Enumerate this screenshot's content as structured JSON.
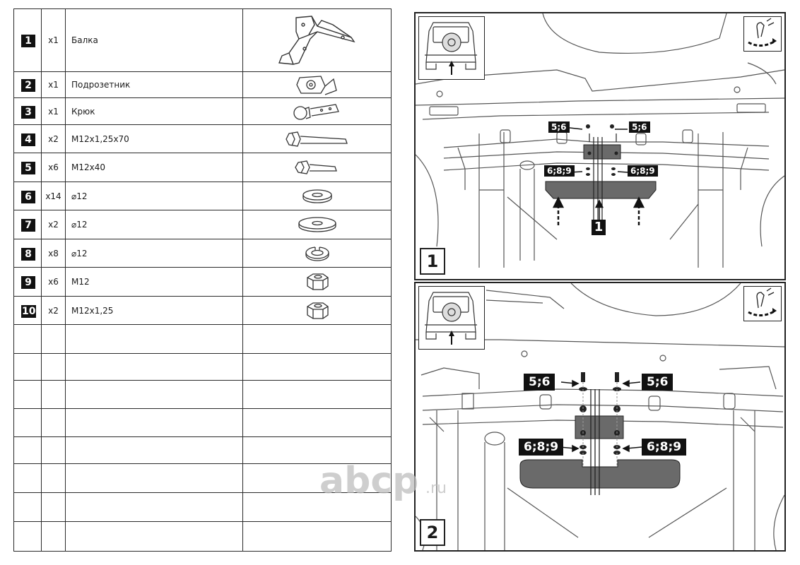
{
  "parts": [
    {
      "num": "1",
      "qty": "x1",
      "name": "Балка",
      "icon": "tow-beam-icon"
    },
    {
      "num": "2",
      "qty": "x1",
      "name": "Подрозетник",
      "icon": "socket-bracket-icon"
    },
    {
      "num": "3",
      "qty": "x1",
      "name": "Крюк",
      "icon": "tow-hook-icon"
    },
    {
      "num": "4",
      "qty": "x2",
      "name": "M12x1,25x70",
      "icon": "long-bolt-icon"
    },
    {
      "num": "5",
      "qty": "x6",
      "name": "M12x40",
      "icon": "short-bolt-icon"
    },
    {
      "num": "6",
      "qty": "x14",
      "name": "⌀12",
      "icon": "flat-washer-icon"
    },
    {
      "num": "7",
      "qty": "x2",
      "name": "⌀12",
      "icon": "large-washer-icon"
    },
    {
      "num": "8",
      "qty": "x8",
      "name": "⌀12",
      "icon": "spring-washer-icon"
    },
    {
      "num": "9",
      "qty": "x6",
      "name": "M12",
      "icon": "hex-nut-icon"
    },
    {
      "num": "10",
      "qty": "x2",
      "name": "M12x1,25",
      "icon": "hex-nut-fine-icon"
    }
  ],
  "panel1": {
    "step": "1",
    "label_top_left": "5;6",
    "label_top_right": "5;6",
    "label_mid_left": "6;8;9",
    "label_mid_right": "6;8;9",
    "part_ref": "1"
  },
  "panel2": {
    "step": "2",
    "label_top_left": "5;6",
    "label_top_right": "5;6",
    "label_mid_left": "6;8;9",
    "label_mid_right": "6;8;9"
  },
  "watermark": {
    "brand": "abcp",
    "suffix": ".ru"
  }
}
